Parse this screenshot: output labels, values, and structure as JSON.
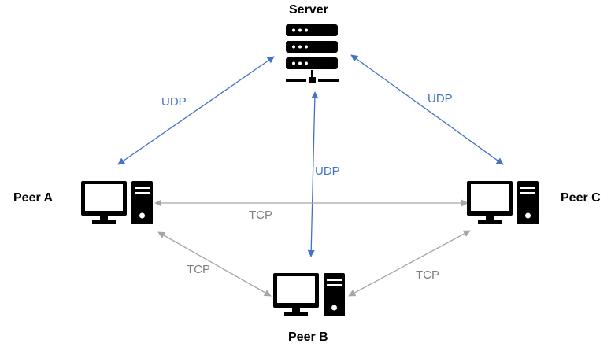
{
  "nodes": {
    "server": {
      "label": "Server",
      "icon": "server-icon"
    },
    "peer_a": {
      "label": "Peer A",
      "icon": "desktop-computer-icon"
    },
    "peer_b": {
      "label": "Peer B",
      "icon": "desktop-computer-icon"
    },
    "peer_c": {
      "label": "Peer C",
      "icon": "desktop-computer-icon"
    }
  },
  "edges": {
    "server_peer_a": {
      "label": "UDP",
      "from": "Server",
      "to": "Peer A",
      "direction": "bidirectional"
    },
    "server_peer_b": {
      "label": "UDP",
      "from": "Server",
      "to": "Peer B",
      "direction": "bidirectional"
    },
    "server_peer_c": {
      "label": "UDP",
      "from": "Server",
      "to": "Peer C",
      "direction": "bidirectional"
    },
    "peer_a_peer_c": {
      "label": "TCP",
      "from": "Peer A",
      "to": "Peer C",
      "direction": "bidirectional"
    },
    "peer_a_peer_b": {
      "label": "TCP",
      "from": "Peer A",
      "to": "Peer B",
      "direction": "bidirectional"
    },
    "peer_b_peer_c": {
      "label": "TCP",
      "from": "Peer B",
      "to": "Peer C",
      "direction": "bidirectional"
    }
  },
  "colors": {
    "udp": "#4472c4",
    "tcp": "#a6a6a6",
    "icon": "#000000"
  }
}
